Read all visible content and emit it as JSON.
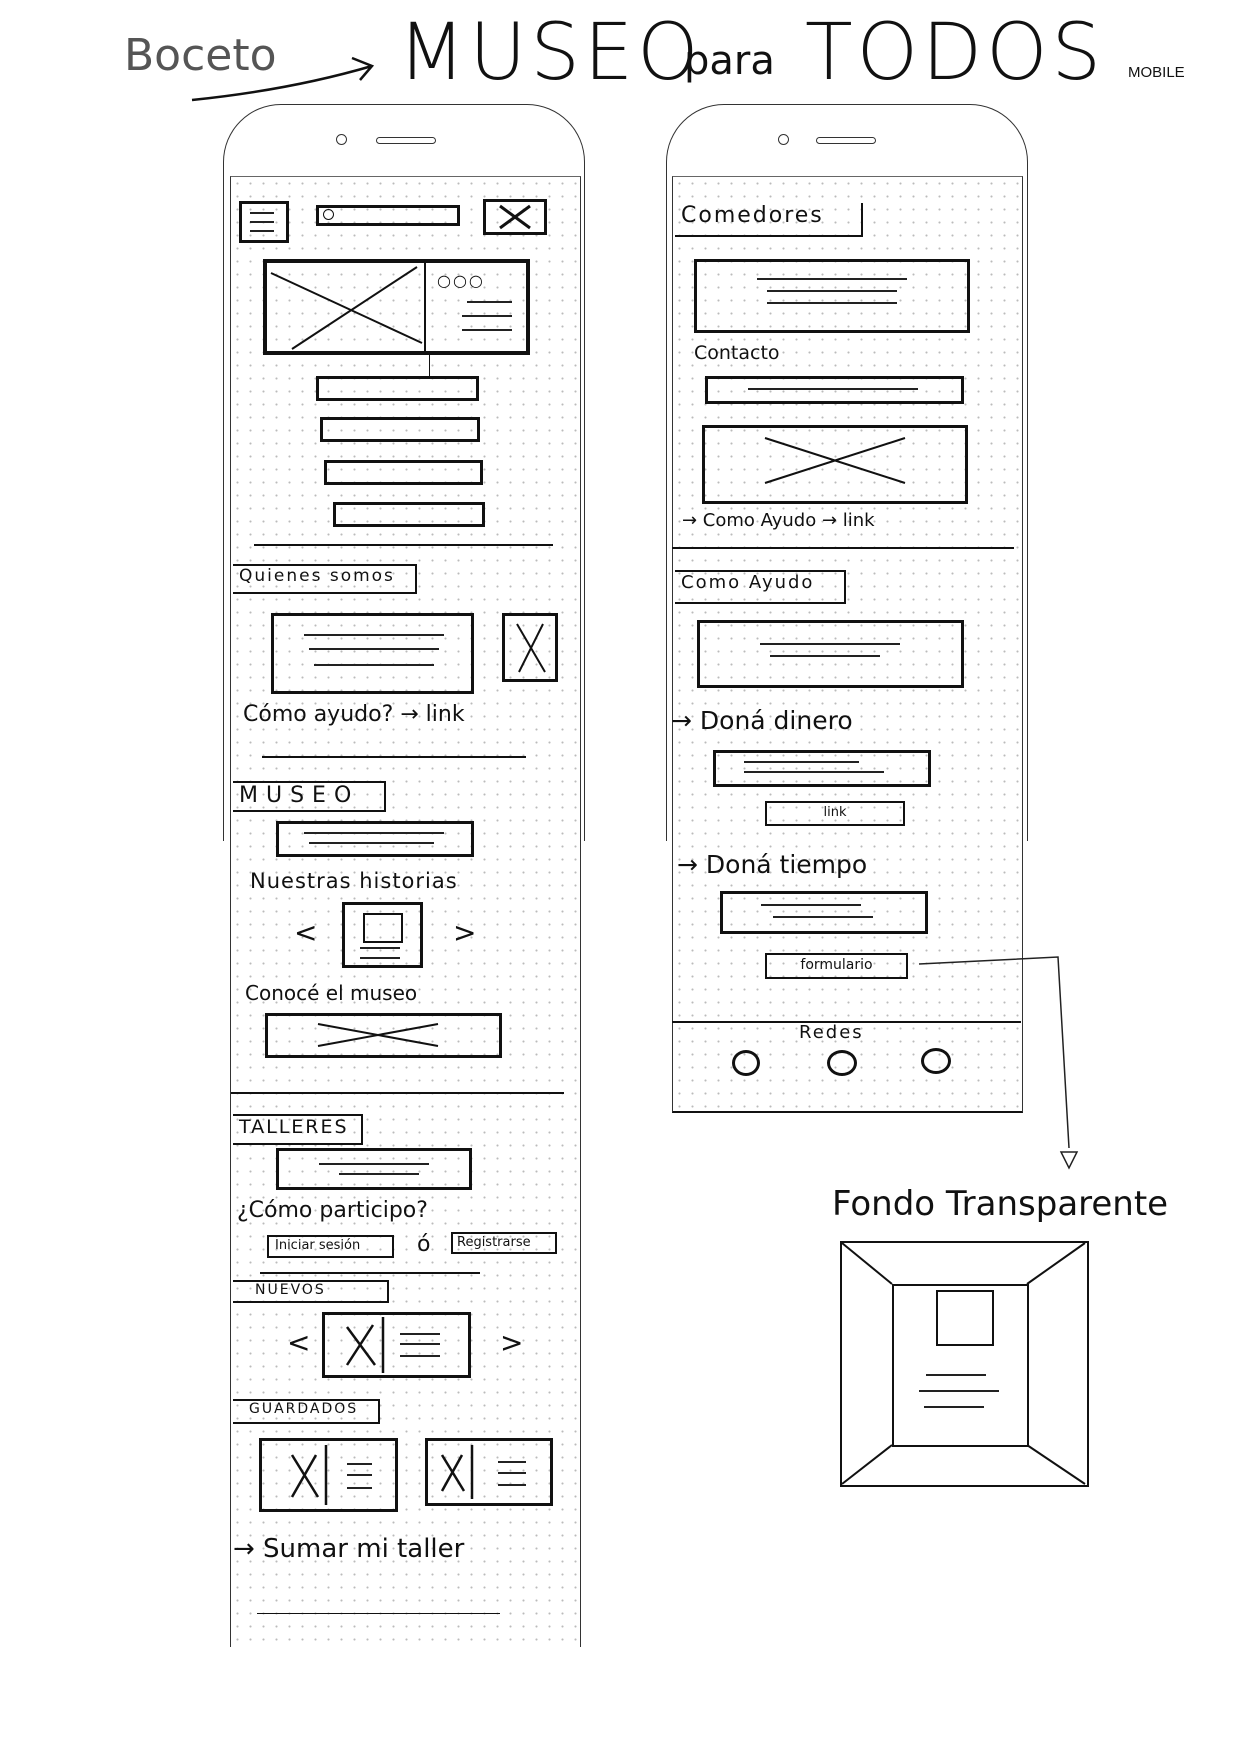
{
  "header": {
    "sketch_label": "Boceto",
    "title_main": "MUSEO",
    "title_connector": "para",
    "title_end": "TODOS",
    "platform": "MOBILE"
  },
  "left_screen": {
    "nav": {
      "menu_icon": "hamburger-icon",
      "search_icon": "search-icon",
      "close_icon": "close-icon"
    },
    "quienes_somos": {
      "heading": "Quienes somos",
      "link_text": "Cómo ayudo? → link"
    },
    "museo": {
      "heading": "MUSEO",
      "historias": "Nuestras historias",
      "prev": "<",
      "next": ">",
      "conoce": "Conocé el museo"
    },
    "talleres": {
      "heading": "TALLERES",
      "question": "¿Cómo participo?",
      "login_button": "Iniciar sesión",
      "or_text": "ó",
      "register_button": "Registrarse",
      "nuevos": "NUEVOS",
      "prev": "<",
      "next": ">",
      "guardados": "GUARDADOS",
      "add_link": "→ Sumar mi taller"
    }
  },
  "right_screen": {
    "comedores": {
      "heading": "Comedores",
      "contacto": "Contacto",
      "link_text": "→ Como Ayudo → link"
    },
    "como_ayudo": {
      "heading": "Como Ayudo",
      "dona_dinero": "→ Doná dinero",
      "dinero_button": "link",
      "dona_tiempo": "→ Doná tiempo",
      "tiempo_button": "formulario"
    },
    "footer": {
      "heading": "Redes"
    }
  },
  "modal": {
    "title": "Fondo Transparente"
  }
}
